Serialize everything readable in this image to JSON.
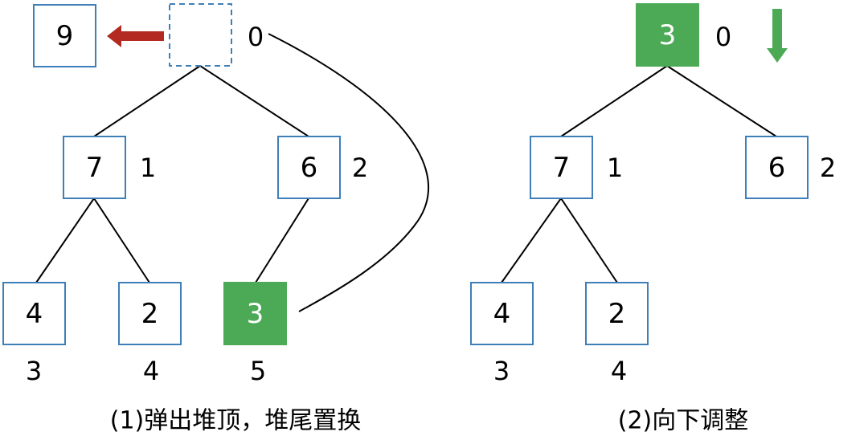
{
  "panels": [
    {
      "caption": "(1)弹出堆顶，堆尾置换",
      "popped_value": "9",
      "nodes": [
        {
          "value": "",
          "index": "0",
          "state": "empty"
        },
        {
          "value": "7",
          "index": "1",
          "state": "normal"
        },
        {
          "value": "6",
          "index": "2",
          "state": "normal"
        },
        {
          "value": "4",
          "index": "3",
          "state": "normal"
        },
        {
          "value": "2",
          "index": "4",
          "state": "normal"
        },
        {
          "value": "3",
          "index": "5",
          "state": "highlight"
        }
      ]
    },
    {
      "caption": "(2)向下调整",
      "nodes": [
        {
          "value": "3",
          "index": "0",
          "state": "highlight"
        },
        {
          "value": "7",
          "index": "1",
          "state": "normal"
        },
        {
          "value": "6",
          "index": "2",
          "state": "normal"
        },
        {
          "value": "4",
          "index": "3",
          "state": "normal"
        },
        {
          "value": "2",
          "index": "4",
          "state": "normal"
        }
      ]
    }
  ],
  "colors": {
    "node_border": "#3f7fb8",
    "highlight": "#4caa57",
    "pop_arrow": "#b22a22",
    "down_arrow": "#4caa57"
  },
  "icons": [
    "left-arrow-icon",
    "down-arrow-icon"
  ]
}
